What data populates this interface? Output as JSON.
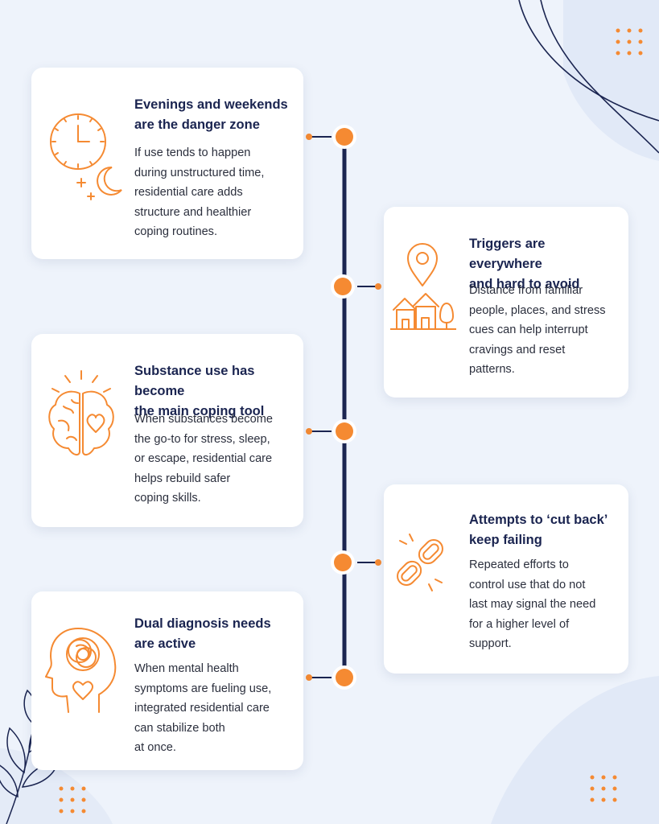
{
  "colors": {
    "accent": "#f58a32",
    "navy": "#1a2450",
    "background": "#eef3fb",
    "card": "#ffffff"
  },
  "cards": [
    {
      "title": "Evenings and weekends\nare the danger zone",
      "body": "If use tends to happen\nduring unstructured time,\nresidential care adds\nstructure and healthier\ncoping routines.",
      "icon": "clock-moon-icon"
    },
    {
      "title": "Triggers are everywhere\nand hard to avoid",
      "body": "Distance from familiar\npeople, places, and stress\ncues can help interrupt\ncravings and reset\npatterns.",
      "icon": "location-house-icon"
    },
    {
      "title": "Substance use has become\nthe main coping tool",
      "body": "When substances become\nthe go-to for stress, sleep,\nor escape, residential care\nhelps rebuild safer\ncoping skills.",
      "icon": "brain-heart-icon"
    },
    {
      "title": "Attempts to ‘cut back’\nkeep failing",
      "body": "Repeated efforts to\ncontrol use that do not\nlast may signal the need\nfor a higher level of\nsupport.",
      "icon": "broken-chain-icon"
    },
    {
      "title": "Dual diagnosis needs\nare active",
      "body": "When mental health\nsymptoms are fueling use,\nintegrated residential care\ncan stabilize both\nat once.",
      "icon": "head-mind-heart-icon"
    }
  ]
}
